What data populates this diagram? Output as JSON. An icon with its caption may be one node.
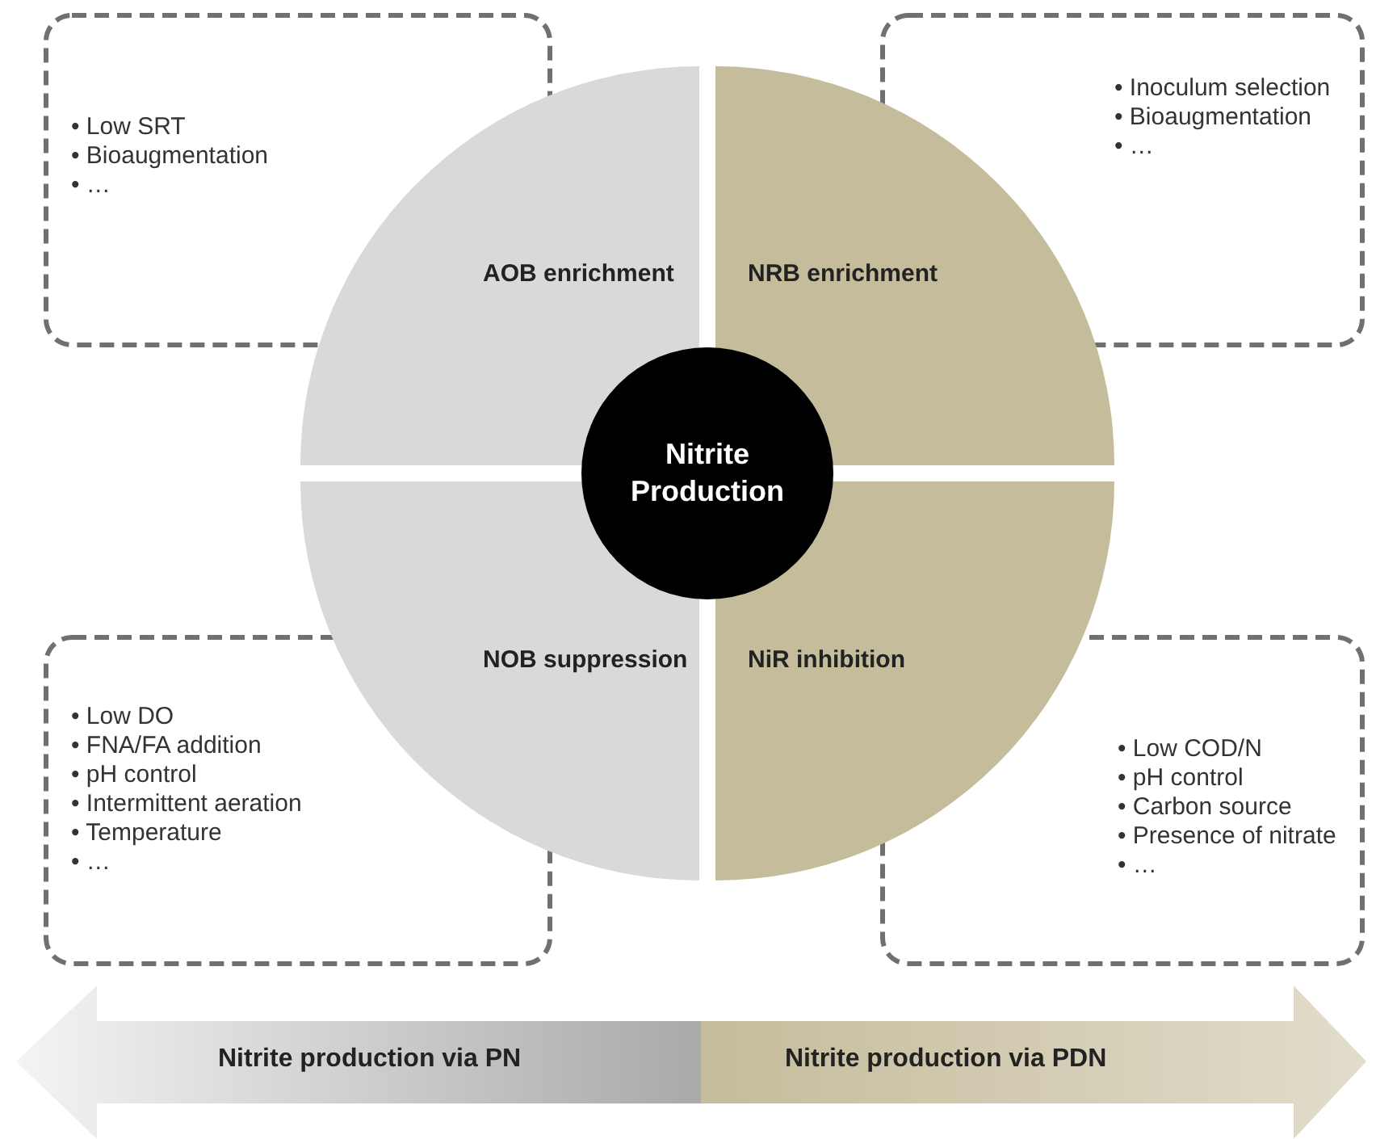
{
  "diagram": {
    "nodes": [
      {
        "text": [
          "AOB enrichment"
        ]
      },
      {
        "text": [
          "NRB enrichment"
        ]
      },
      {
        "text": [
          "NOB suppression"
        ]
      },
      {
        "text": [
          "NiR inhibition"
        ]
      },
      {
        "text": [
          "Nitrite Production"
        ]
      },
      {
        "text": [
          "• Low SRT",
          "• Bioaugmentation",
          "• …"
        ]
      },
      {
        "text": [
          "• Inoculum selection",
          "• Bioaugmentation",
          "• …"
        ]
      },
      {
        "text": [
          "• Low DO",
          "• FNA/FA addition",
          "• pH control",
          "• Intermittent aeration",
          "• Temperature",
          "• …"
        ]
      },
      {
        "text": [
          "• Low COD/N",
          "• pH control",
          "• Carbon source",
          "• Presence of nitrate",
          "• …"
        ]
      },
      {
        "text": [
          "Nitrite production via PN"
        ]
      },
      {
        "text": [
          "Nitrite production via PDN"
        ]
      }
    ]
  }
}
